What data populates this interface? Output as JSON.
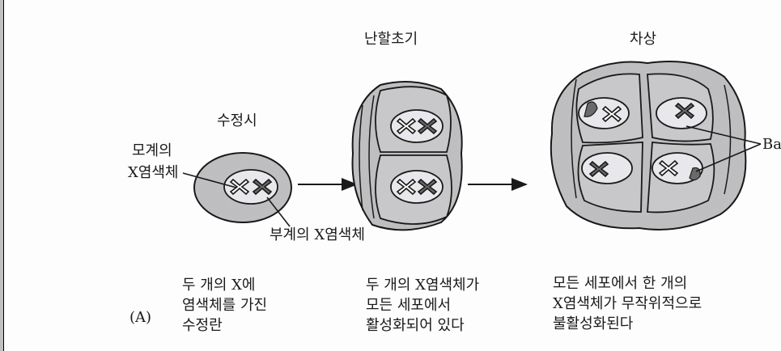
{
  "stages": [
    {
      "title": "수정시"
    },
    {
      "title": "난할초기"
    },
    {
      "title": "차상"
    }
  ],
  "labels": {
    "maternal_line1": "모계의",
    "maternal_line2": "X염색체",
    "paternal": "부계의 X염색체",
    "barr_body": "Ba"
  },
  "panel_label": "(A)",
  "captions": [
    [
      "두 개의 X에",
      "염색체를 가진",
      "수정란"
    ],
    [
      "두 개의 X염색체가",
      "모든 세포에서",
      "활성화되어 있다"
    ],
    [
      "모든 세포에서 한 개의",
      "X염색체가 무작위적으로",
      "불활성화된다"
    ]
  ],
  "colors": {
    "cell": "#c4c4c6",
    "nucleus": "#e8e8ec",
    "inactive_x": "#6a6a6a",
    "outline": "#1a1a1a"
  }
}
